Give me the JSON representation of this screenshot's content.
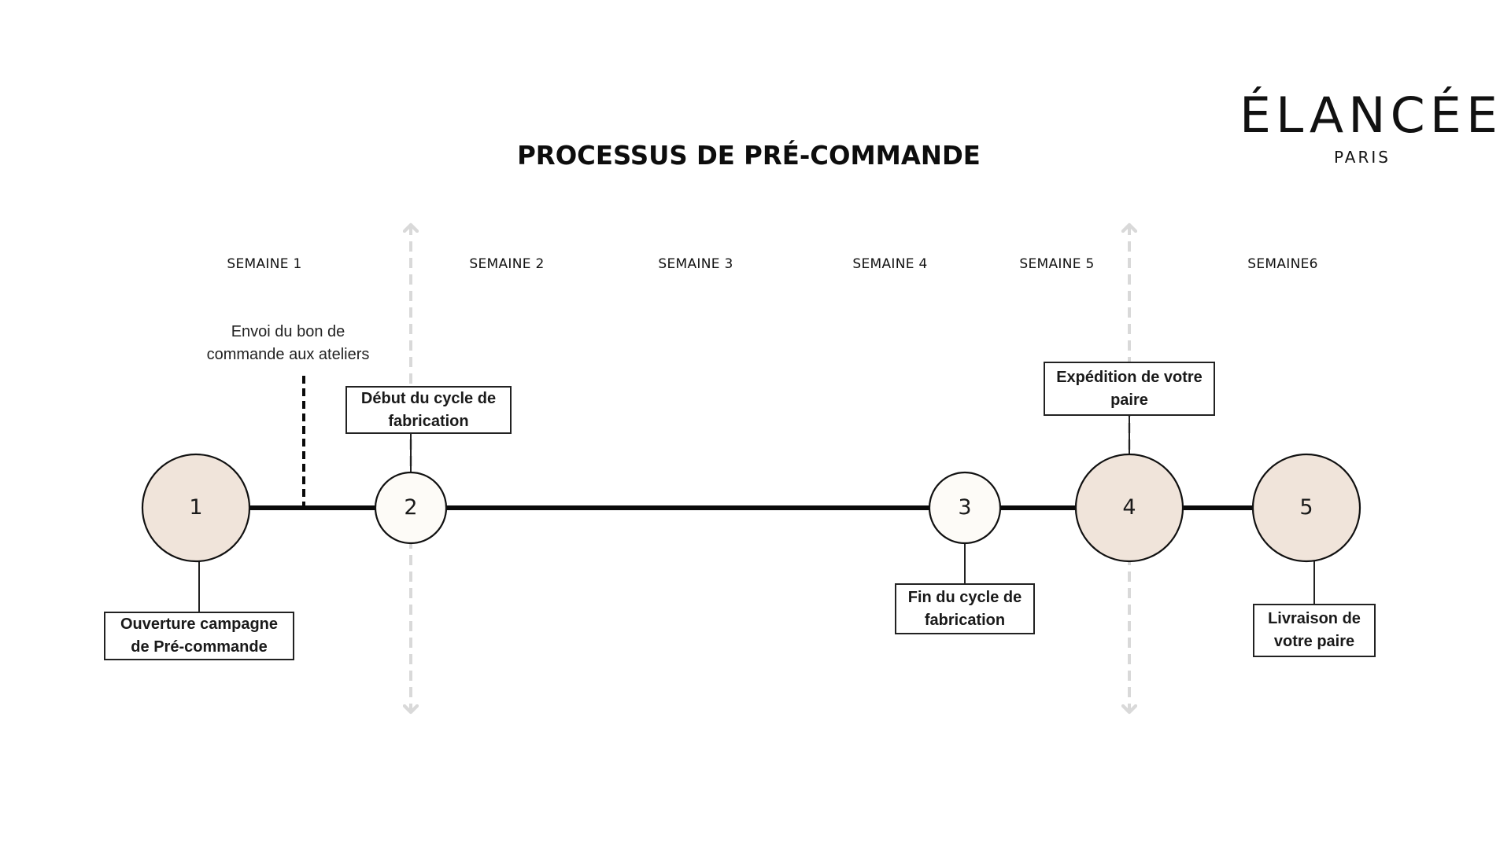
{
  "title": "PROCESSUS DE PRÉ-COMMANDE",
  "logo": {
    "main": "ÉLANCÉE",
    "sub": "PARIS"
  },
  "weeks": [
    "SEMAINE 1",
    "SEMAINE 2",
    "SEMAINE 3",
    "SEMAINE 4",
    "SEMAINE 5",
    "SEMAINE6"
  ],
  "note": {
    "line1": "Envoi du bon de",
    "line2": "commande aux ateliers"
  },
  "steps": [
    {
      "number": "1",
      "label_line1": "Ouverture campagne",
      "label_line2": "de Pré-commande",
      "style": "major",
      "label_position": "below"
    },
    {
      "number": "2",
      "label_line1": "Début du cycle de",
      "label_line2": "fabrication",
      "style": "minor",
      "label_position": "above"
    },
    {
      "number": "3",
      "label_line1": "Fin du cycle de",
      "label_line2": "fabrication",
      "style": "minor",
      "label_position": "below"
    },
    {
      "number": "4",
      "label_line1": "Expédition de votre",
      "label_line2": "paire",
      "style": "major",
      "label_position": "above"
    },
    {
      "number": "5",
      "label_line1": "Livraison de",
      "label_line2": "votre paire",
      "style": "major",
      "label_position": "below"
    }
  ],
  "colors": {
    "major_fill": "#f0e4da",
    "minor_fill": "#fdfbf7",
    "line": "#0a0a0a",
    "arrow": "#d9d9d9"
  }
}
